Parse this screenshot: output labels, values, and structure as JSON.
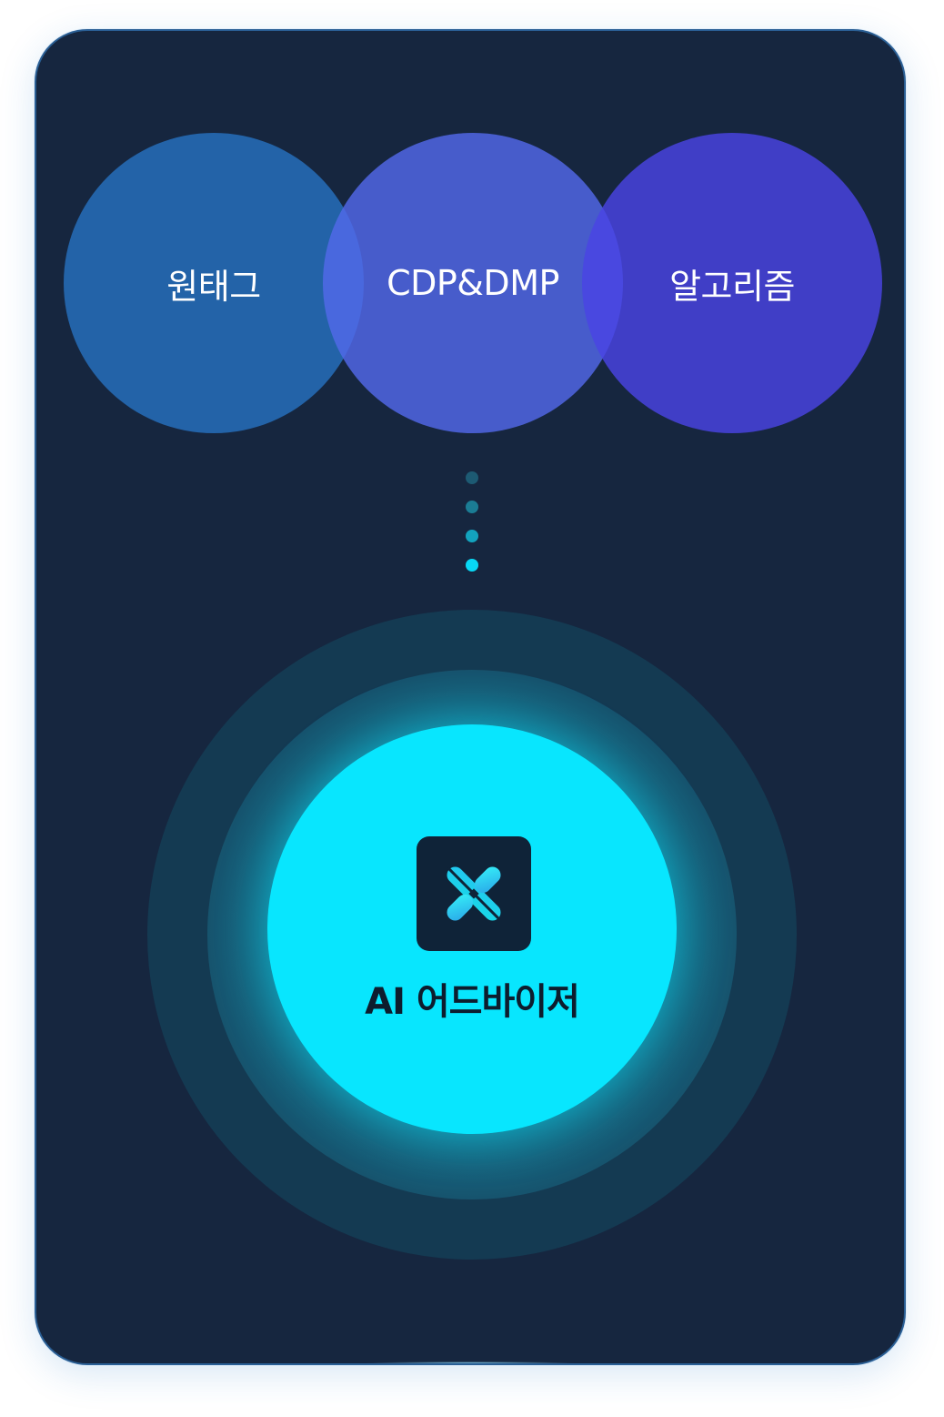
{
  "inputs": [
    {
      "label": "원태그",
      "color": "#2363a8"
    },
    {
      "label": "CDP&DMP",
      "color": "#5269ea"
    },
    {
      "label": "알고리즘",
      "color": "#4944e4"
    }
  ],
  "connector": {
    "dot_count": 4,
    "colors": [
      "#1d5a73",
      "#1b7c94",
      "#13a3be",
      "#08d8f5"
    ]
  },
  "center": {
    "label": "AI 어드바이저",
    "color": "#08e6fe",
    "icon": "x-logo-icon"
  },
  "colors": {
    "card_background": "#16263f",
    "card_border": "#2a5f95"
  }
}
